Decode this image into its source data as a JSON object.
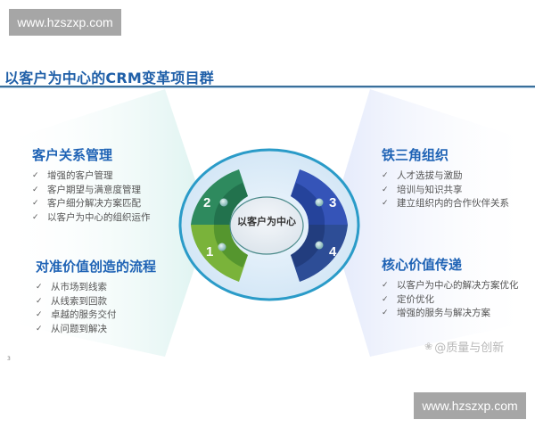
{
  "watermarks": {
    "top": "www.hzszxp.com",
    "bottom": "www.hzszxp.com"
  },
  "title": "以客户为中心的CRM变革项目群",
  "center": {
    "label": "以客户为中心"
  },
  "segments": [
    {
      "number": "1",
      "color": "#7ab33a",
      "position": "left-bottom"
    },
    {
      "number": "2",
      "color": "#2e8a5e",
      "position": "left-top"
    },
    {
      "number": "3",
      "color": "#3554b8",
      "position": "right-top"
    },
    {
      "number": "4",
      "color": "#2d4d96",
      "position": "right-bottom"
    }
  ],
  "sections": {
    "top_left": {
      "heading": "客户关系管理",
      "items": [
        "增强的客户管理",
        "客户期望与满意度管理",
        "客户细分解决方案匹配",
        "以客户为中心的组织运作"
      ]
    },
    "bottom_left": {
      "heading": "对准价值创造的流程",
      "items": [
        "从市场到线索",
        "从线索到回款",
        "卓越的服务交付",
        "从问题到解决"
      ]
    },
    "top_right": {
      "heading": "铁三角组织",
      "items": [
        "人才选拔与激励",
        "培训与知识共享",
        "建立组织内的合作伙伴关系"
      ]
    },
    "bottom_right": {
      "heading": "核心价值传递",
      "items": [
        "以客户为中心的解决方案优化",
        "定价优化",
        "增强的服务与解决方案"
      ]
    }
  },
  "icons": {
    "check": "✓",
    "paw": "paw-icon"
  },
  "page_number": "3",
  "credit": "@质量与创新",
  "colors": {
    "title": "#1f5fa8",
    "heading": "#1f63b5",
    "ring": "#2a9bc8",
    "ellipse_fill": "#d6e9f7"
  }
}
